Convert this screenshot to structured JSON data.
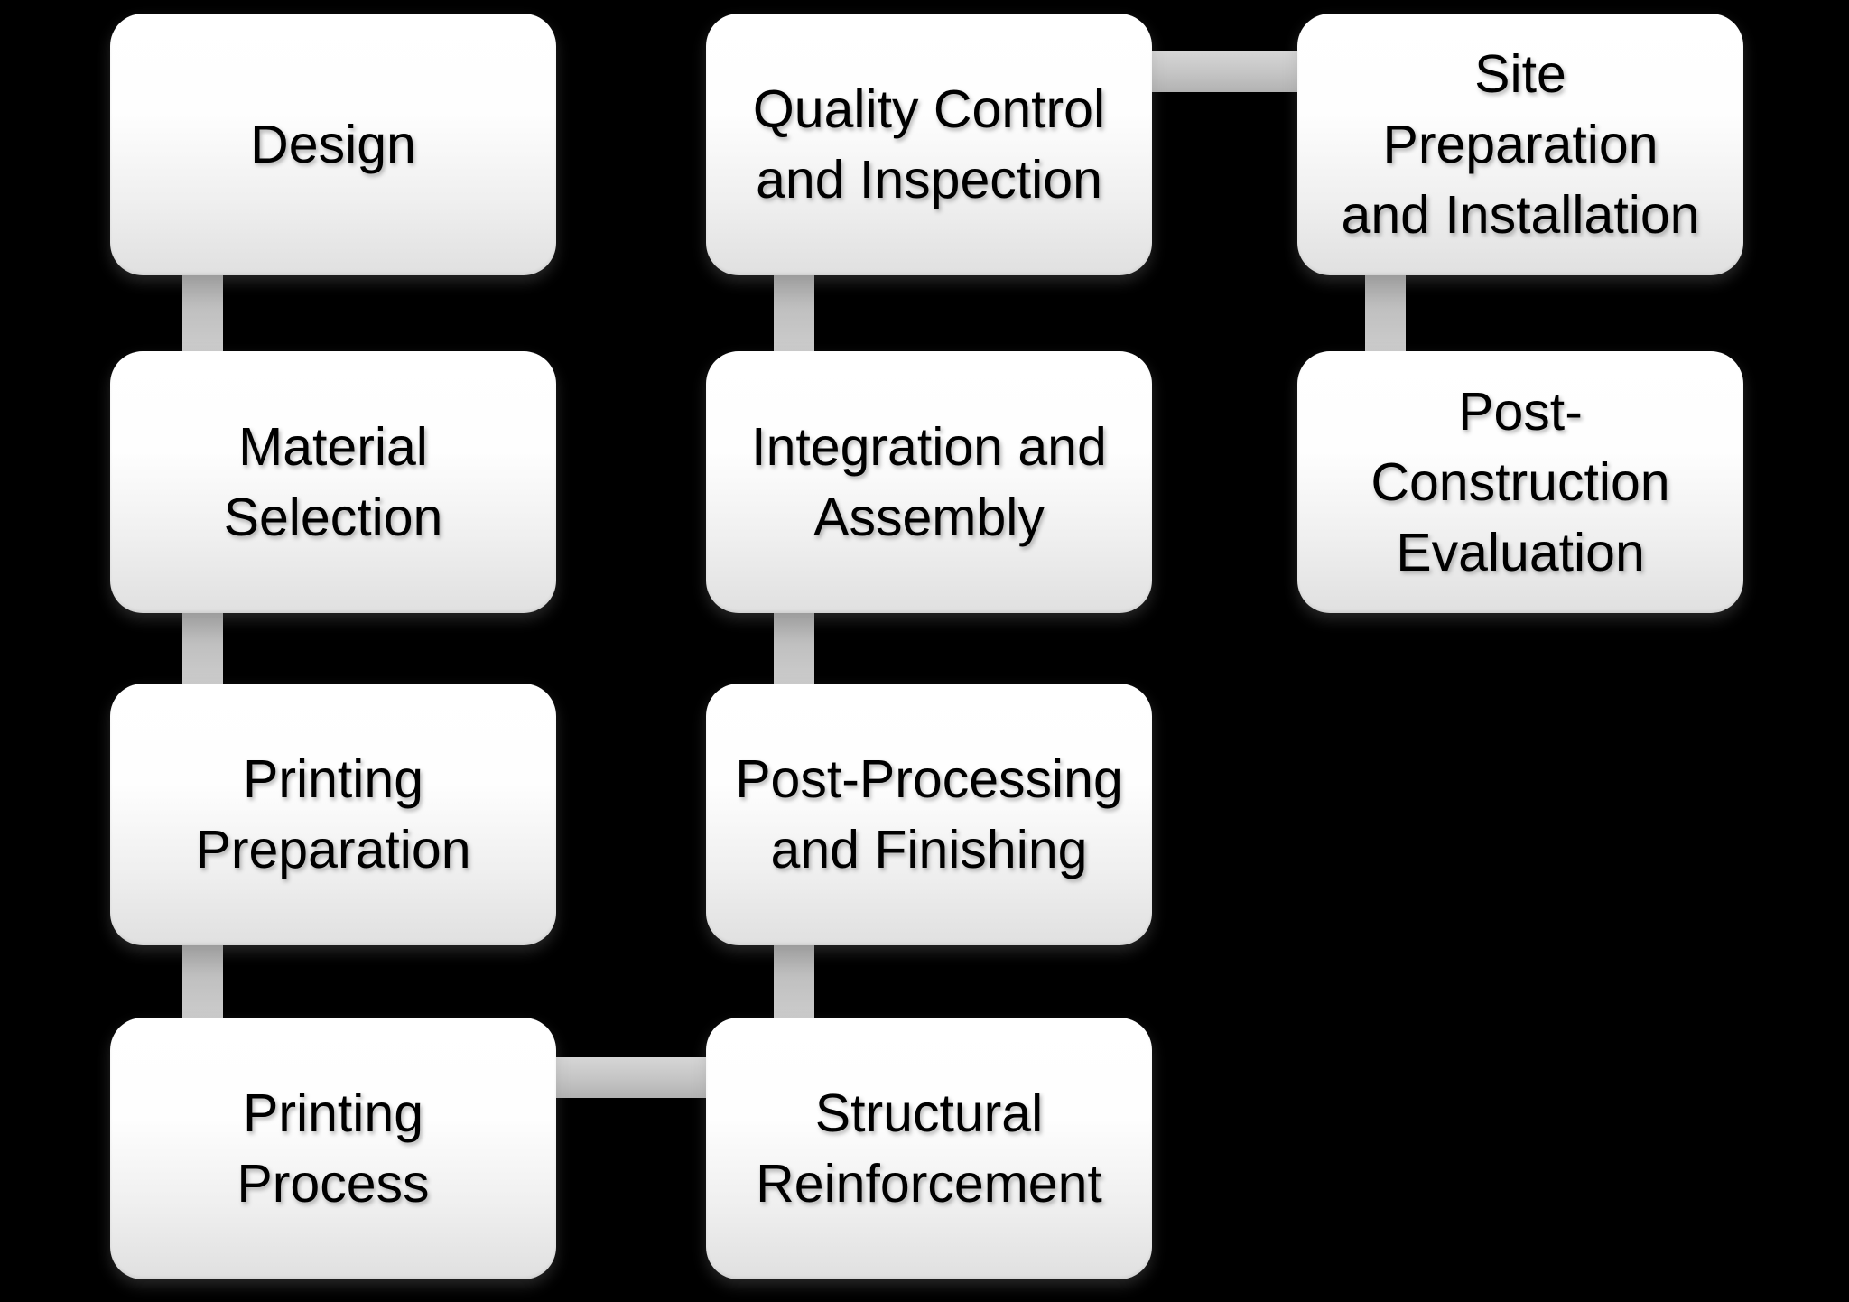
{
  "diagram": {
    "kind": "process-flowchart",
    "background_color": "#000000",
    "box_style": {
      "fill_top": "#ffffff",
      "fill_bottom": "#e0e0e0",
      "text_color": "#000000",
      "shape": "rounded-rectangle"
    },
    "connector_color": "#c2c2c2",
    "steps": [
      {
        "label": "Design"
      },
      {
        "label": "Material\nSelection"
      },
      {
        "label": "Printing\nPreparation"
      },
      {
        "label": "Printing\nProcess"
      },
      {
        "label": "Structural\nReinforcement"
      },
      {
        "label": "Post-Processing\nand Finishing"
      },
      {
        "label": "Integration and\nAssembly"
      },
      {
        "label": "Quality Control\nand Inspection"
      },
      {
        "label": "Site\nPreparation\nand Installation"
      },
      {
        "label": "Post-\nConstruction\nEvaluation"
      }
    ],
    "connections": [
      {
        "from": "Design",
        "to": "Material Selection"
      },
      {
        "from": "Material Selection",
        "to": "Printing Preparation"
      },
      {
        "from": "Printing Preparation",
        "to": "Printing Process"
      },
      {
        "from": "Printing Process",
        "to": "Structural Reinforcement"
      },
      {
        "from": "Structural Reinforcement",
        "to": "Post-Processing and Finishing"
      },
      {
        "from": "Post-Processing and Finishing",
        "to": "Integration and Assembly"
      },
      {
        "from": "Integration and Assembly",
        "to": "Quality Control and Inspection"
      },
      {
        "from": "Quality Control and Inspection",
        "to": "Site Preparation and Installation"
      },
      {
        "from": "Site Preparation and Installation",
        "to": "Post-Construction Evaluation"
      }
    ]
  }
}
